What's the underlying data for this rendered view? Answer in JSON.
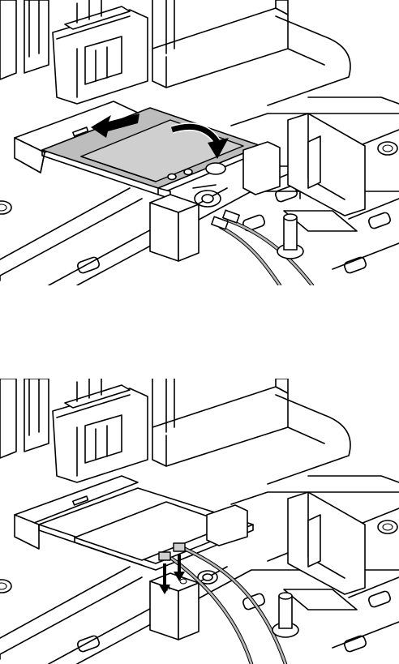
{
  "figure": {
    "steps": [
      {
        "name": "remove-wifi-card",
        "arrows": [
          "slide-out-arrow",
          "rotate-arrow"
        ]
      },
      {
        "name": "disconnect-antenna-cables",
        "arrows": [
          "down-arrow-1",
          "down-arrow-2"
        ]
      }
    ],
    "colors": {
      "line": "#000000",
      "background": "#ffffff",
      "card_fill": "#bdbdbd",
      "cable_fill": "#b8b8b8"
    }
  }
}
